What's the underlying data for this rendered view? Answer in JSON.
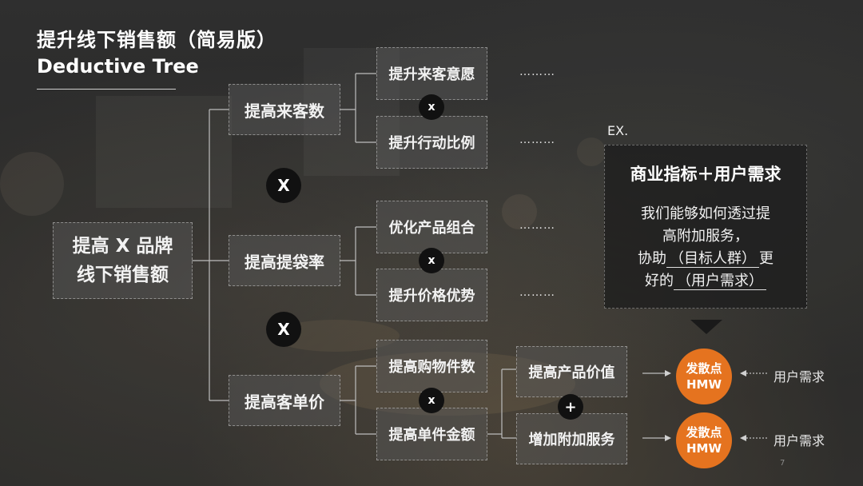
{
  "title": "提升线下销售额（简易版）",
  "subtitle": "Deductive Tree",
  "root": {
    "line1": "提高 X 品牌",
    "line2": "线下销售额"
  },
  "level2": [
    {
      "label": "提高来客数"
    },
    {
      "label": "提高提袋率"
    },
    {
      "label": "提高客单价"
    }
  ],
  "level3": [
    {
      "label": "提升来客意愿"
    },
    {
      "label": "提升行动比例"
    },
    {
      "label": "优化产品组合"
    },
    {
      "label": "提升价格优势"
    },
    {
      "label": "提高购物件数"
    },
    {
      "label": "提高单件金额"
    }
  ],
  "level4": [
    {
      "label": "提高产品价值"
    },
    {
      "label": "增加附加服务"
    }
  ],
  "operators": {
    "big": "X",
    "small": "x",
    "plus": "+"
  },
  "ellipsis": "………",
  "example": {
    "tag": "EX.",
    "title": "商业指标＋用户需求",
    "line1": "我们能够如何透过提",
    "line2": "高附加服务，",
    "line3_prefix": "协助",
    "line3_target": "（目标人群）",
    "line3_suffix": "更",
    "line4_prefix": "好的",
    "line4_need": "（用户需求）"
  },
  "hmw": {
    "line1": "发散点",
    "line2": "HMW"
  },
  "user_need": "用户需求",
  "page_number": "7",
  "colors": {
    "accent": "#e5731f",
    "operator": "#111111",
    "panel": "#1e1e1e"
  }
}
